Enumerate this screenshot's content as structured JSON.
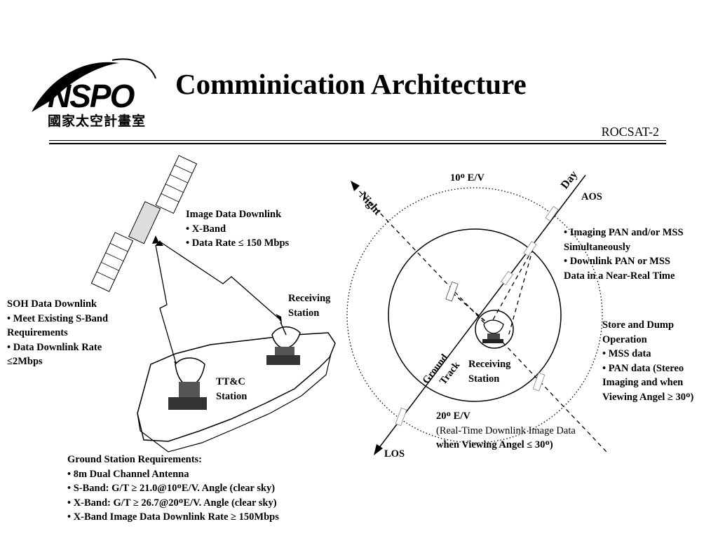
{
  "header": {
    "logo_text": "NSPO",
    "logo_chinese": "國家太空計畫室",
    "title": "Comminication Architecture",
    "subtitle": "ROCSAT-2"
  },
  "left_diagram": {
    "image_downlink": {
      "title": "Image Data Downlink",
      "items": [
        "• X-Band",
        "• Data Rate ≤  150 Mbps"
      ]
    },
    "receiving_station": [
      "Receiving",
      "Station"
    ],
    "soh_downlink": {
      "title": "SOH Data Downlink",
      "items": [
        "• Meet Existing S-Band",
        "Requirements",
        "• Data Downlink Rate",
        "≤2Mbps"
      ]
    },
    "ttc_station": [
      "TT&C",
      "Station"
    ],
    "ground_requirements": {
      "title": "Ground Station Requirements:",
      "items": [
        "• 8m Dual Channel Antenna",
        "• S-Band: G/T ≥ 21.0@10ᴼE/V. Angle (clear sky)",
        "• X-Band: G/T ≥ 26.7@20ᴼE/V. Angle (clear sky)",
        "• X-Band Image Data Downlink Rate ≥ 150Mbps"
      ]
    }
  },
  "right_diagram": {
    "ev10": "10ᴼ  E/V",
    "night": "Night",
    "day": "Day",
    "aos": "AOS",
    "los": "LOS",
    "ground_track": [
      "Ground",
      "Track"
    ],
    "receiving_station": [
      "Receiving",
      "Station"
    ],
    "imaging": [
      "• Imaging PAN and/or MSS",
      "Simultaneously",
      "• Downlink PAN or MSS",
      "Data in a Near-Real Time"
    ],
    "store_dump": [
      "Store and Dump",
      "Operation",
      "• MSS data",
      "• PAN data (Stereo",
      "Imaging and when",
      "Viewing Angel ≥ 30ᴼ)"
    ],
    "ev20": [
      "20ᴼ E/V",
      "(Real-Time Downlink Image Data",
      "when Viewing Angel ≤ 30ᴼ)"
    ]
  }
}
